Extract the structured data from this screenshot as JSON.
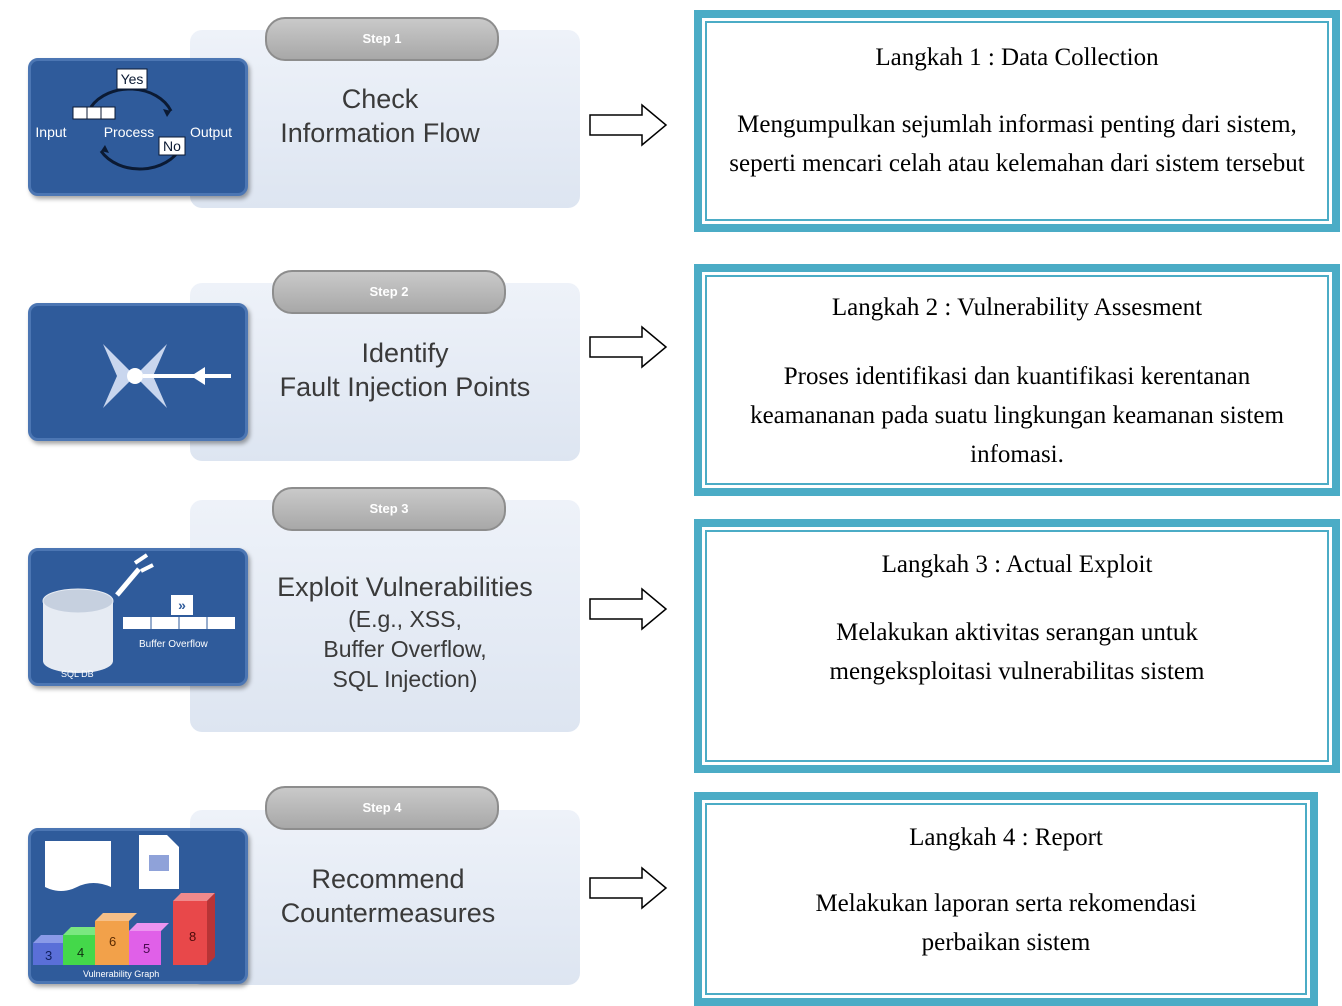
{
  "steps": [
    {
      "pill": "Step 1",
      "title_lines": [
        "Check",
        "Information Flow"
      ],
      "icon_labels": {
        "yes": "Yes",
        "no": "No",
        "input": "Input",
        "process": "Process",
        "output": "Output"
      },
      "heading": "Langkah 1 : Data Collection",
      "body": "Mengumpulkan sejumlah informasi  penting dari sistem, seperti mencari celah atau kelemahan dari sistem tersebut"
    },
    {
      "pill": "Step 2",
      "title_lines": [
        "Identify",
        "Fault Injection Points"
      ],
      "heading": "Langkah 2 : Vulnerability Assesment",
      "body": "Proses identifikasi dan kuantifikasi kerentanan keamananan pada suatu lingkungan keamanan sistem infomasi."
    },
    {
      "pill": "Step 3",
      "title_lines": [
        "Exploit Vulnerabilities",
        "(E.g., XSS,",
        "Buffer Overflow,",
        "SQL Injection)"
      ],
      "icon_labels": {
        "db": "SQL DB",
        "buffer": "Buffer Overflow",
        "chevrons": "»"
      },
      "heading": "Langkah 3 : Actual Exploit",
      "body": "Melakukan aktivitas serangan untuk mengeksploitasi vulnerabilitas sistem"
    },
    {
      "pill": "Step 4",
      "title_lines": [
        "Recommend",
        "Countermeasures"
      ],
      "icon_labels": {
        "graph": "Vulnerability Graph",
        "bars": [
          "3",
          "4",
          "6",
          "5",
          "8"
        ]
      },
      "heading": "Langkah 4 : Report",
      "body": "Melakukan laporan serta rekomendasi perbaikan sistem"
    }
  ],
  "colors": {
    "frame": "#4bacc6",
    "icon_bg": "#2f5b9b",
    "card_bg": "#e6ecf5",
    "pill": "#b3b3b3",
    "bars": [
      "#5a6fd8",
      "#44d84a",
      "#f2a14a",
      "#e060e8",
      "#e8484a"
    ]
  }
}
